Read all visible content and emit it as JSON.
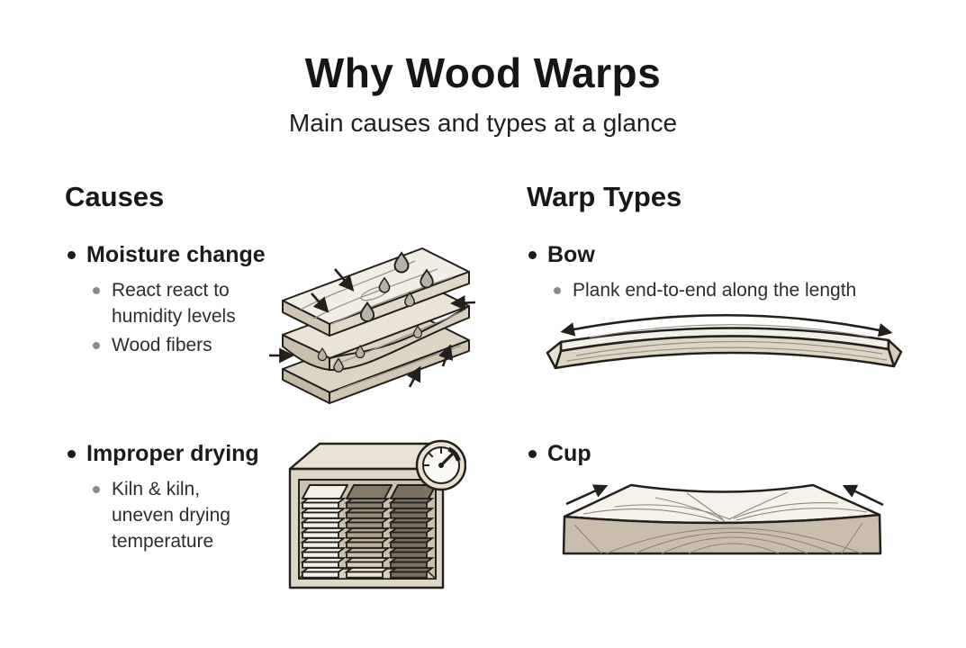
{
  "header": {
    "title": "Why Wood Warps",
    "subtitle": "Main causes and types at a glance"
  },
  "causes": {
    "heading": "Causes",
    "items": [
      {
        "label": "Moisture change",
        "subitems": [
          "React react to humidity levels",
          "Wood fibers"
        ],
        "illustration": "stacked-planks-with-water-drops-and-inward-arrows"
      },
      {
        "label": "Improper drying",
        "subitems": [
          "Kiln & kiln, uneven drying temperature"
        ],
        "illustration": "kiln-with-lumber-stacks-and-temperature-gauge"
      }
    ]
  },
  "warp_types": {
    "heading": "Warp Types",
    "items": [
      {
        "label": "Bow",
        "subitems": [
          "Plank end-to-end along the length"
        ],
        "illustration": "plank-arched-along-length-with-curved-double-arrow"
      },
      {
        "label": "Cup",
        "subitems": [],
        "illustration": "board-with-concave-top-and-edge-lift-arrows"
      }
    ]
  },
  "colors": {
    "background": "#ffffff",
    "text": "#1c1c1c",
    "subtext": "#2d2d2d",
    "sub_bullet": "#8f8a80",
    "outline": "#23201b",
    "wood_cream": "#f1eee5",
    "wood_tan": "#cfc6b4",
    "wood_dark": "#7b7060",
    "kiln_beige": "#ded6c7",
    "kiln_interior": "#c9c0af",
    "droplet": "#b9b2a4",
    "grain": "#9b9486"
  }
}
